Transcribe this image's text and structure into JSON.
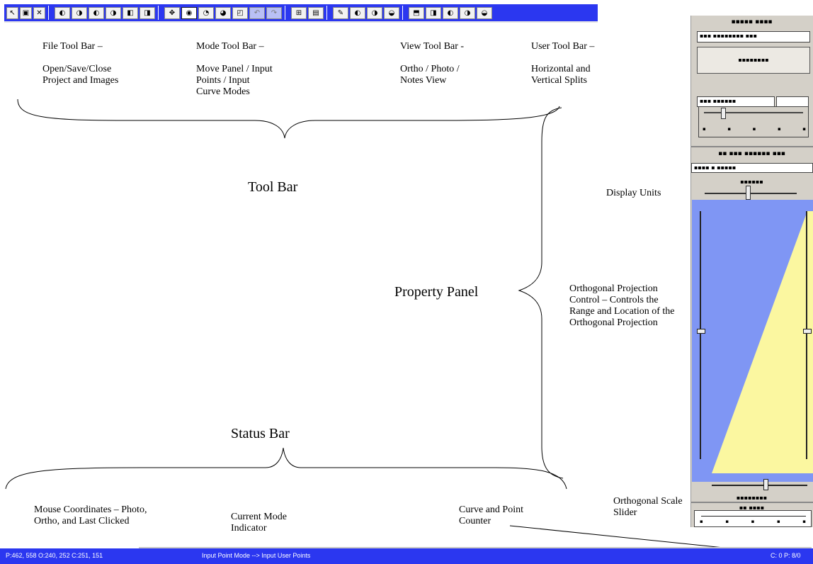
{
  "toolbar_sections": {
    "file": {
      "name": "File Tool Bar –",
      "desc": "Open/Save/Close Project and Images"
    },
    "mode": {
      "name": "Mode Tool Bar –",
      "desc": "Move Panel / Input Points / Input Curve Modes"
    },
    "view": {
      "name": "View Tool Bar -",
      "desc": "Ortho / Photo / Notes View"
    },
    "user": {
      "name": "User Tool Bar –",
      "desc": "Horizontal and Vertical Splits"
    }
  },
  "labels": {
    "tool_bar": "Tool Bar",
    "property_panel": "Property Panel",
    "status_bar": "Status Bar",
    "display_units": "Display Units",
    "ortho_control": "Orthogonal Projection Control – Controls the Range and Location of the Orthogonal Projection",
    "ortho_scale": "Orthogonal Scale Slider",
    "mouse_coords": "Mouse Coordinates – Photo, Ortho, and Last Clicked",
    "current_mode": "Current Mode Indicator",
    "counter": "Curve and Point Counter"
  },
  "statusbar": {
    "coords": "P:462, 558 O:240, 252 C:251, 151",
    "mode": "Input Point Mode --> Input User Points",
    "counter": "C: 0  P: 8/0"
  },
  "colors": {
    "toolbar_bg": "#2b37f0",
    "statusbar_bg": "#2b37f0",
    "ortho_blue": "#7f96f4",
    "ortho_yellow": "#fbf7a0"
  }
}
